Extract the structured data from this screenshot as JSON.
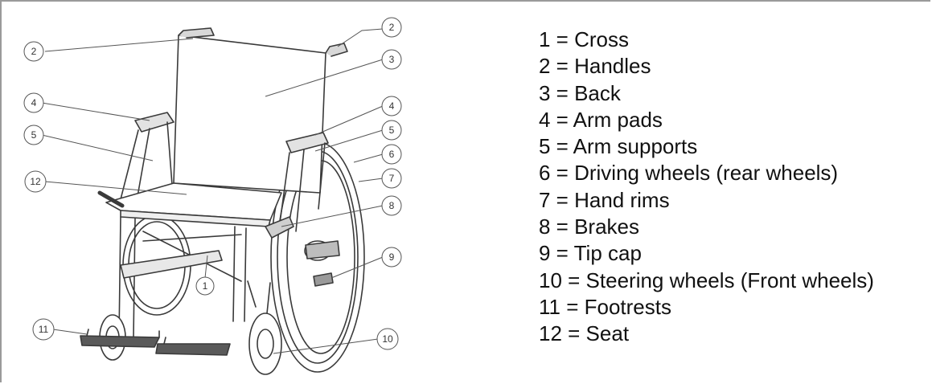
{
  "diagram": {
    "callout_numbers": [
      "1",
      "2",
      "2",
      "3",
      "4",
      "4",
      "5",
      "5",
      "6",
      "7",
      "8",
      "9",
      "10",
      "11",
      "12"
    ],
    "legend": [
      {
        "number": "1",
        "label": "1 = Cross"
      },
      {
        "number": "2",
        "label": "2 = Handles"
      },
      {
        "number": "3",
        "label": "3 = Back"
      },
      {
        "number": "4",
        "label": "4 = Arm pads"
      },
      {
        "number": "5",
        "label": "5 = Arm supports"
      },
      {
        "number": "6",
        "label": "6 = Driving wheels (rear wheels)"
      },
      {
        "number": "7",
        "label": "7 = Hand rims"
      },
      {
        "number": "8",
        "label": "8 = Brakes"
      },
      {
        "number": "9",
        "label": "9 = Tip cap"
      },
      {
        "number": "10",
        "label": "10 = Steering wheels (Front wheels)"
      },
      {
        "number": "11",
        "label": "11 = Footrests"
      },
      {
        "number": "12",
        "label": "12 = Seat"
      }
    ]
  }
}
